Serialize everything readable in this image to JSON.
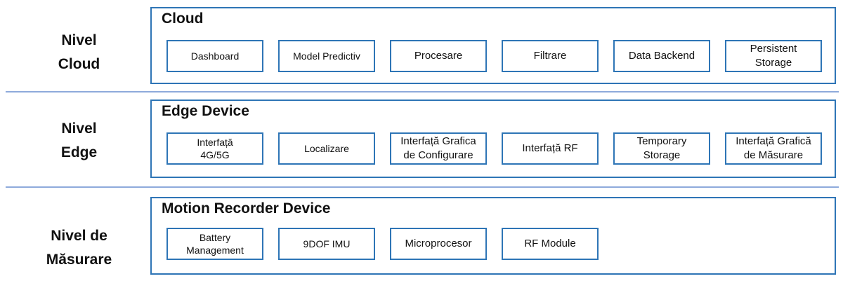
{
  "levels": [
    {
      "label_lines": [
        "Nivel",
        "Cloud"
      ],
      "panel_title": "Cloud",
      "components": [
        {
          "lines": [
            "Dashboard"
          ]
        },
        {
          "lines": [
            "Model Predictiv"
          ]
        },
        {
          "lines": [
            "Procesare"
          ]
        },
        {
          "lines": [
            "Filtrare"
          ]
        },
        {
          "lines": [
            "Data Backend"
          ]
        },
        {
          "lines": [
            "Persistent",
            "Storage"
          ]
        }
      ]
    },
    {
      "label_lines": [
        "Nivel",
        "Edge"
      ],
      "panel_title": "Edge Device",
      "components": [
        {
          "lines": [
            "Interfață",
            "4G/5G"
          ]
        },
        {
          "lines": [
            "Localizare"
          ]
        },
        {
          "lines": [
            "Interfață Grafica",
            "de Configurare"
          ]
        },
        {
          "lines": [
            "Interfață RF"
          ]
        },
        {
          "lines": [
            "Temporary",
            "Storage"
          ]
        },
        {
          "lines": [
            "Interfață Grafică",
            "de Măsurare"
          ]
        }
      ]
    },
    {
      "label_lines": [
        "Nivel de",
        "Măsurare"
      ],
      "panel_title": "Motion Recorder Device",
      "components": [
        {
          "lines": [
            "Battery",
            "Management"
          ]
        },
        {
          "lines": [
            "9DOF IMU"
          ]
        },
        {
          "lines": [
            "Microprocesor"
          ]
        },
        {
          "lines": [
            "RF Module"
          ]
        }
      ]
    }
  ],
  "colors": {
    "panel_border": "#2e75b6",
    "box_border": "#2e75b6",
    "divider": "#8eaadb",
    "text": "#111111"
  }
}
